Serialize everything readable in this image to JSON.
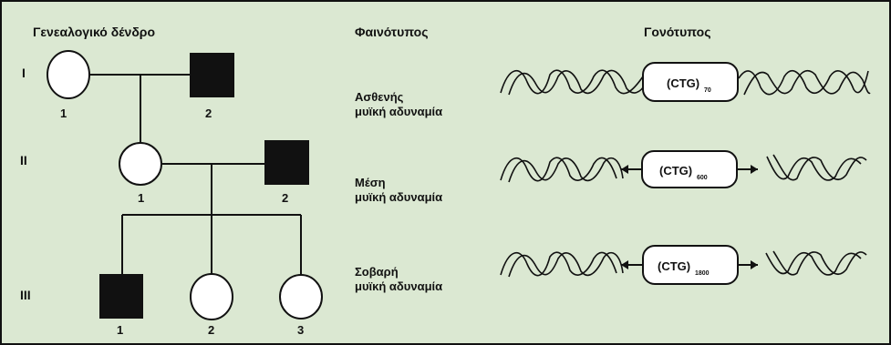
{
  "headers": {
    "pedigree": "Γενεαλογικό δένδρο",
    "phenotype": "Φαινότυπος",
    "genotype": "Γονότυπος"
  },
  "generations": [
    "I",
    "II",
    "III"
  ],
  "individual_numbers": {
    "I": [
      "1",
      "2"
    ],
    "II": [
      "1",
      "2"
    ],
    "III": [
      "1",
      "2",
      "3"
    ]
  },
  "phenotypes": [
    {
      "line1": "Ασθενής",
      "line2": "μυϊκή αδυναμία"
    },
    {
      "line1": "Μέση",
      "line2": "μυϊκή αδυναμία"
    },
    {
      "line1": "Σοβαρή",
      "line2": "μυϊκή αδυναμία"
    }
  ],
  "genotypes": [
    {
      "label": "(CTG)",
      "repeats": "70"
    },
    {
      "label": "(CTG)",
      "repeats": "600"
    },
    {
      "label": "(CTG)",
      "repeats": "1800"
    }
  ],
  "colors": {
    "background": "#dbe8d2",
    "affected": "#111111",
    "unaffected": "#ffffff",
    "line": "#111111"
  }
}
